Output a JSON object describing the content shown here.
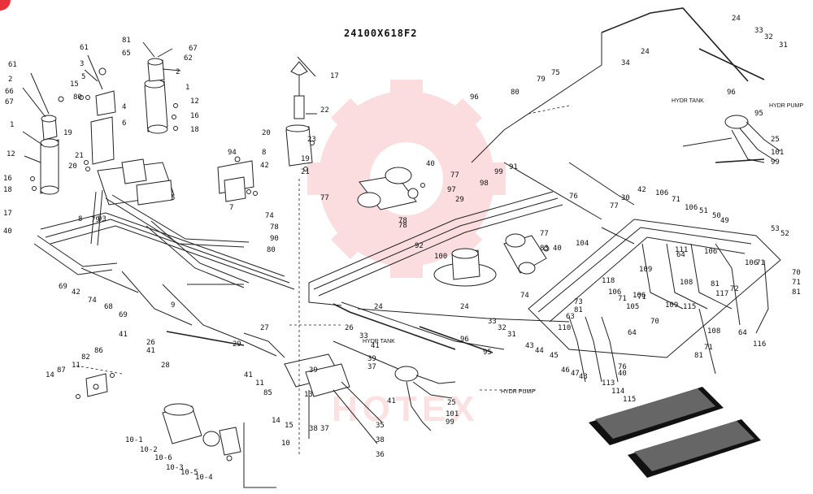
{
  "diagram": {
    "title": "24100X618F2",
    "watermark_color": "#e8323c",
    "notes": {
      "hydr_tank_1": "HYDR TANK",
      "hydr_pump_1": "HYDR PUMP",
      "hydr_tank_2": "HYDR TANK",
      "hydr_pump_2": "HYDR PUMP"
    },
    "watermark_text": "HOTEX",
    "part_labels": [
      {
        "id": "p1",
        "text": "61"
      },
      {
        "id": "p2",
        "text": "3"
      },
      {
        "id": "p3",
        "text": "5"
      },
      {
        "id": "p4",
        "text": "15"
      },
      {
        "id": "p5",
        "text": "80"
      },
      {
        "id": "p6",
        "text": "4"
      },
      {
        "id": "p7",
        "text": "6"
      },
      {
        "id": "p8",
        "text": "19"
      },
      {
        "id": "p9",
        "text": "21"
      },
      {
        "id": "p10",
        "text": "20"
      },
      {
        "id": "p11",
        "text": "61"
      },
      {
        "id": "p12",
        "text": "2"
      },
      {
        "id": "p13",
        "text": "66"
      },
      {
        "id": "p14",
        "text": "67"
      },
      {
        "id": "p15",
        "text": "1"
      },
      {
        "id": "p16",
        "text": "12"
      },
      {
        "id": "p17",
        "text": "16"
      },
      {
        "id": "p18",
        "text": "18"
      },
      {
        "id": "p19",
        "text": "17"
      },
      {
        "id": "p20",
        "text": "40"
      },
      {
        "id": "p21",
        "text": "81"
      },
      {
        "id": "p22",
        "text": "65"
      },
      {
        "id": "p23",
        "text": "67"
      },
      {
        "id": "p24",
        "text": "62"
      },
      {
        "id": "p25",
        "text": "2"
      },
      {
        "id": "p26",
        "text": "1"
      },
      {
        "id": "p27",
        "text": "12"
      },
      {
        "id": "p28",
        "text": "16"
      },
      {
        "id": "p29",
        "text": "18"
      },
      {
        "id": "p30",
        "text": "17"
      },
      {
        "id": "p31",
        "text": "22"
      },
      {
        "id": "p32",
        "text": "23"
      },
      {
        "id": "p33",
        "text": "19"
      },
      {
        "id": "p34",
        "text": "21"
      },
      {
        "id": "p35",
        "text": "20"
      },
      {
        "id": "p36",
        "text": "94"
      },
      {
        "id": "p37",
        "text": "8"
      },
      {
        "id": "p38",
        "text": "42"
      },
      {
        "id": "p39",
        "text": "5"
      },
      {
        "id": "p40",
        "text": "7"
      },
      {
        "id": "p41",
        "text": "74"
      },
      {
        "id": "p42",
        "text": "78"
      },
      {
        "id": "p43",
        "text": "90"
      },
      {
        "id": "p44",
        "text": "80"
      },
      {
        "id": "p45",
        "text": "79"
      },
      {
        "id": "p46",
        "text": "77"
      },
      {
        "id": "p47",
        "text": "8"
      },
      {
        "id": "p48",
        "text": "93"
      },
      {
        "id": "p49",
        "text": "69"
      },
      {
        "id": "p50",
        "text": "42"
      },
      {
        "id": "p51",
        "text": "74"
      },
      {
        "id": "p52",
        "text": "68"
      },
      {
        "id": "p53",
        "text": "69"
      },
      {
        "id": "p54",
        "text": "9"
      },
      {
        "id": "p55",
        "text": "41"
      },
      {
        "id": "p56",
        "text": "26"
      },
      {
        "id": "p57",
        "text": "41"
      },
      {
        "id": "p58",
        "text": "28"
      },
      {
        "id": "p59",
        "text": "27"
      },
      {
        "id": "p60",
        "text": "29"
      },
      {
        "id": "p61",
        "text": "40"
      },
      {
        "id": "p62",
        "text": "77"
      },
      {
        "id": "p63",
        "text": "97"
      },
      {
        "id": "p64",
        "text": "98"
      },
      {
        "id": "p65",
        "text": "99"
      },
      {
        "id": "p66",
        "text": "91"
      },
      {
        "id": "p67",
        "text": "78"
      },
      {
        "id": "p68",
        "text": "29"
      },
      {
        "id": "p69",
        "text": "92"
      },
      {
        "id": "p70",
        "text": "100"
      },
      {
        "id": "p71",
        "text": "80"
      },
      {
        "id": "p72",
        "text": "79"
      },
      {
        "id": "p73",
        "text": "75"
      },
      {
        "id": "p74",
        "text": "24"
      },
      {
        "id": "p75",
        "text": "34"
      },
      {
        "id": "p76",
        "text": "24"
      },
      {
        "id": "p77",
        "text": "33"
      },
      {
        "id": "p78",
        "text": "32"
      },
      {
        "id": "p79",
        "text": "31"
      },
      {
        "id": "p80",
        "text": "96"
      },
      {
        "id": "p81",
        "text": "95"
      },
      {
        "id": "p82",
        "text": "25"
      },
      {
        "id": "p83",
        "text": "101"
      },
      {
        "id": "p84",
        "text": "99"
      },
      {
        "id": "p85",
        "text": "76"
      },
      {
        "id": "p86",
        "text": "77"
      },
      {
        "id": "p87",
        "text": "83"
      },
      {
        "id": "p88",
        "text": "40"
      },
      {
        "id": "p89",
        "text": "104"
      },
      {
        "id": "p90",
        "text": "74"
      },
      {
        "id": "p91",
        "text": "77"
      },
      {
        "id": "p92",
        "text": "30"
      },
      {
        "id": "p93",
        "text": "42"
      },
      {
        "id": "p94",
        "text": "106"
      },
      {
        "id": "p95",
        "text": "71"
      },
      {
        "id": "p96",
        "text": "106"
      },
      {
        "id": "p97",
        "text": "51"
      },
      {
        "id": "p98",
        "text": "50"
      },
      {
        "id": "p99",
        "text": "49"
      },
      {
        "id": "p100",
        "text": "53"
      },
      {
        "id": "p101",
        "text": "52"
      },
      {
        "id": "p102",
        "text": "111"
      },
      {
        "id": "p103",
        "text": "64"
      },
      {
        "id": "p104",
        "text": "109"
      },
      {
        "id": "p105",
        "text": "118"
      },
      {
        "id": "p106",
        "text": "108"
      },
      {
        "id": "p107",
        "text": "71"
      },
      {
        "id": "p108",
        "text": "106"
      },
      {
        "id": "p109",
        "text": "63"
      },
      {
        "id": "p110",
        "text": "73"
      },
      {
        "id": "p111",
        "text": "81"
      },
      {
        "id": "p112",
        "text": "71"
      },
      {
        "id": "p113",
        "text": "106"
      },
      {
        "id": "p114",
        "text": "105"
      },
      {
        "id": "p115",
        "text": "109"
      },
      {
        "id": "p116",
        "text": "115"
      },
      {
        "id": "p117",
        "text": "70"
      },
      {
        "id": "p118",
        "text": "108"
      },
      {
        "id": "p119",
        "text": "64"
      },
      {
        "id": "p120",
        "text": "116"
      },
      {
        "id": "p121",
        "text": "81"
      },
      {
        "id": "p122",
        "text": "117"
      },
      {
        "id": "p123",
        "text": "72"
      },
      {
        "id": "p124",
        "text": "106"
      },
      {
        "id": "p125",
        "text": "71"
      },
      {
        "id": "p126",
        "text": "70"
      },
      {
        "id": "p127",
        "text": "71"
      },
      {
        "id": "p128",
        "text": "81"
      },
      {
        "id": "p129",
        "text": "43"
      },
      {
        "id": "p130",
        "text": "44"
      },
      {
        "id": "p131",
        "text": "45"
      },
      {
        "id": "p132",
        "text": "110"
      },
      {
        "id": "p133",
        "text": "46"
      },
      {
        "id": "p134",
        "text": "47"
      },
      {
        "id": "p135",
        "text": "43"
      },
      {
        "id": "p136",
        "text": "64"
      },
      {
        "id": "p137",
        "text": "76"
      },
      {
        "id": "p138",
        "text": "40"
      },
      {
        "id": "p139",
        "text": "71"
      },
      {
        "id": "p140",
        "text": "81"
      },
      {
        "id": "p141",
        "text": "113"
      },
      {
        "id": "p142",
        "text": "114"
      },
      {
        "id": "p143",
        "text": "115"
      },
      {
        "id": "p144",
        "text": "24"
      },
      {
        "id": "p145",
        "text": "96"
      },
      {
        "id": "p146",
        "text": "95"
      },
      {
        "id": "p147",
        "text": "33"
      },
      {
        "id": "p148",
        "text": "32"
      },
      {
        "id": "p149",
        "text": "31"
      },
      {
        "id": "p150",
        "text": "26"
      },
      {
        "id": "p151",
        "text": "33"
      },
      {
        "id": "p152",
        "text": "41"
      },
      {
        "id": "p153",
        "text": "39"
      },
      {
        "id": "p154",
        "text": "37"
      },
      {
        "id": "p155",
        "text": "41"
      },
      {
        "id": "p156",
        "text": "25"
      },
      {
        "id": "p157",
        "text": "101"
      },
      {
        "id": "p158",
        "text": "99"
      },
      {
        "id": "p159",
        "text": "11"
      },
      {
        "id": "p160",
        "text": "39"
      },
      {
        "id": "p161",
        "text": "85"
      },
      {
        "id": "p162",
        "text": "13"
      },
      {
        "id": "p163",
        "text": "14"
      },
      {
        "id": "p164",
        "text": "15"
      },
      {
        "id": "p165",
        "text": "38"
      },
      {
        "id": "p166",
        "text": "37"
      },
      {
        "id": "p167",
        "text": "35"
      },
      {
        "id": "p168",
        "text": "38"
      },
      {
        "id": "p169",
        "text": "36"
      },
      {
        "id": "p170",
        "text": "10"
      },
      {
        "id": "p171",
        "text": "86"
      },
      {
        "id": "p172",
        "text": "82"
      },
      {
        "id": "p173",
        "text": "11"
      },
      {
        "id": "p174",
        "text": "87"
      },
      {
        "id": "p175",
        "text": "14"
      },
      {
        "id": "p176",
        "text": "10-1"
      },
      {
        "id": "p177",
        "text": "10-2"
      },
      {
        "id": "p178",
        "text": "10-6"
      },
      {
        "id": "p179",
        "text": "10-3"
      },
      {
        "id": "p180",
        "text": "10-5"
      },
      {
        "id": "p181",
        "text": "10-4"
      },
      {
        "id": "p182",
        "text": "41"
      },
      {
        "id": "p183",
        "text": "24"
      },
      {
        "id": "p184",
        "text": "96"
      },
      {
        "id": "p185",
        "text": "106"
      },
      {
        "id": "p186",
        "text": "78"
      }
    ]
  }
}
